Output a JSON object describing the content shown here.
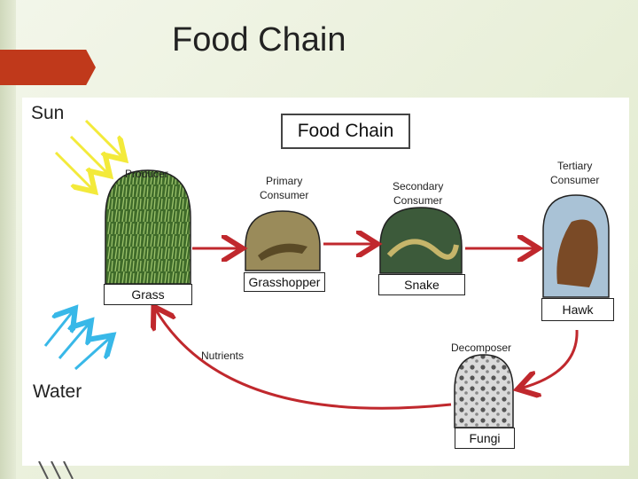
{
  "slide": {
    "title": "Food Chain"
  },
  "diagram": {
    "title": "Food Chain",
    "inputs": {
      "sun": "Sun",
      "water": "Water"
    },
    "stages": [
      {
        "role": "Producer",
        "name": "Grass"
      },
      {
        "role": "Primary\nConsumer",
        "name": "Grasshopper"
      },
      {
        "role": "Secondary\nConsumer",
        "name": "Snake"
      },
      {
        "role": "Tertiary\nConsumer",
        "name": "Hawk"
      },
      {
        "role": "Decomposer",
        "name": "Fungi"
      }
    ],
    "return_label": "Nutrients"
  },
  "colors": {
    "accent": "#c0391b",
    "arrow_red": "#c0282d",
    "sun_yellow": "#f3ea3a",
    "water_blue": "#38b8e8"
  }
}
